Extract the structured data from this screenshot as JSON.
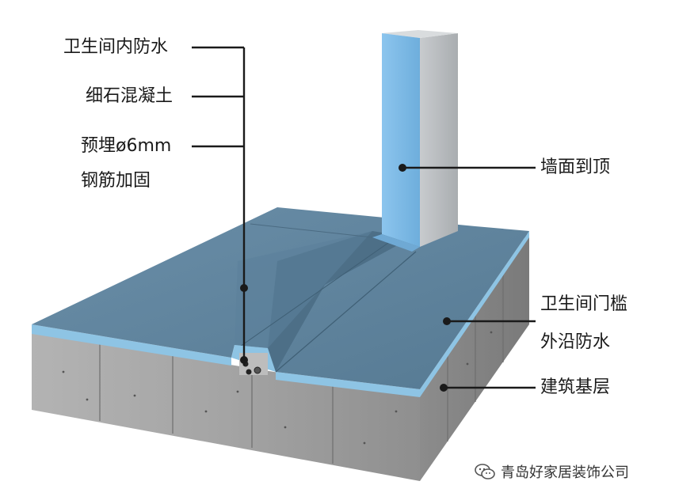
{
  "labels": {
    "bathroom_waterproof": "卫生间内防水",
    "fine_concrete": "细石混凝土",
    "embedded_rebar_line1": "预埋ø6mm",
    "embedded_rebar_line2": "钢筋加固",
    "wall_to_top": "墙面到顶",
    "threshold_line1": "卫生间门槛",
    "threshold_line2": "外沿防水",
    "base_layer": "建筑基层"
  },
  "watermark": {
    "icon": "wechat-icon",
    "text": "青岛好家居装饰公司"
  },
  "colors": {
    "membrane": "#5a7f9a",
    "membrane_edge": "#8ec4e4",
    "wall_front": "#7fb9e6",
    "wall_side": "#b9bdc0",
    "concrete": "#9c9c9c",
    "leader": "#1a1a1a"
  }
}
